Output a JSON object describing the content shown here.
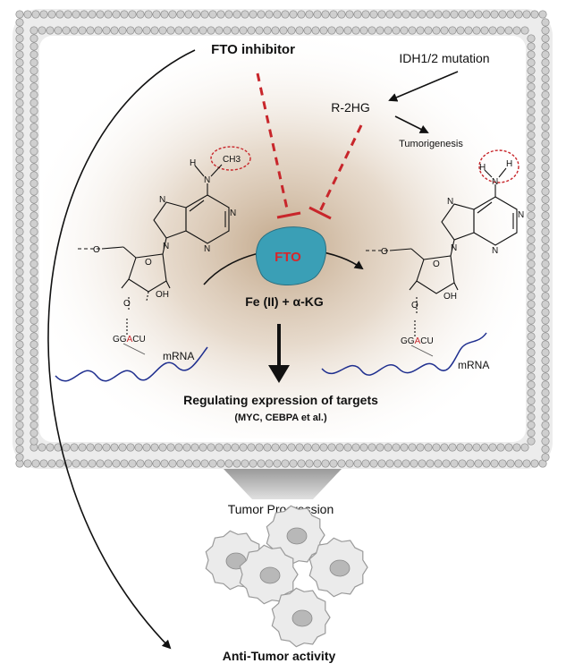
{
  "labels": {
    "fto_inhibitor": "FTO inhibitor",
    "idh_mutation": "IDH1/2 mutation",
    "r2hg": "R-2HG",
    "tumorigenesis": "Tumorigenesis",
    "fto": "FTO",
    "cofactors": "Fe (II) + α-KG",
    "regulating": "Regulating expression of targets",
    "targets": "(MYC, CEBPA et al.)",
    "tumor_progression": "Tumor Progression",
    "anti_tumor": "Anti-Tumor activity"
  },
  "left_molecule": {
    "H": "H",
    "N": "N",
    "CH3": "CH3",
    "N1": "N",
    "N3": "N",
    "N7": "N",
    "N9": "N",
    "O_ring": "O",
    "O5": "O",
    "O3": "O",
    "OH": "OH",
    "seq_pre": "GG",
    "seq_mod": "A",
    "seq_post": "CU",
    "mrna": "mRNA"
  },
  "right_molecule": {
    "H1": "H",
    "H2": "H",
    "N": "N",
    "N1": "N",
    "N3": "N",
    "N7": "N",
    "N9": "N",
    "O_ring": "O",
    "O5": "O",
    "O3": "O",
    "OH": "OH",
    "seq_pre": "GG",
    "seq_mod": "A",
    "seq_post": "CU",
    "mrna": "mRNA"
  },
  "colors": {
    "inhibition": "#c8262b",
    "fto_fill": "#3a9fb6",
    "fto_text": "#d8262b",
    "mrna_line": "#1f2f8f",
    "membrane_head": "#c9c9c9",
    "membrane_stroke": "#8a8a8a",
    "cytoplasm_glow": "#c8b094",
    "tumor_cell": "#e6e6e6"
  }
}
